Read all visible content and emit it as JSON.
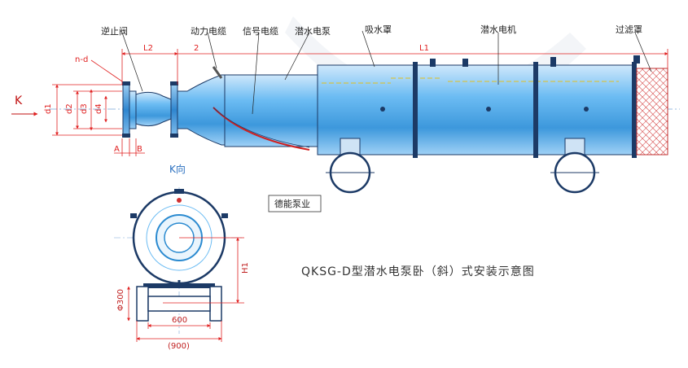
{
  "labels": {
    "check_valve": "逆止阀",
    "power_cable": "动力电缆",
    "signal_cable": "信号电缆",
    "submersible_pump": "潜水电泵",
    "suction_cover": "吸水罩",
    "submersible_motor": "潜水电机",
    "filter_cover": "过滤罩"
  },
  "dims": {
    "n_d": "n-d",
    "L2": "L2",
    "two": "2",
    "L1": "L1",
    "d1": "d1",
    "d2": "d2",
    "d3": "d3",
    "d4": "d4",
    "A": "A",
    "B": "B",
    "K": "K",
    "H1": "H1",
    "phi300": "Φ300",
    "w600": "600",
    "w900": "(900)"
  },
  "k_view": "K向",
  "stamp": "德能泵业",
  "title": "QKSG-D型潜水电泵卧（斜）式安装示意图",
  "colors": {
    "body_blue": "#4fa9e8",
    "outline": "#1c3a66",
    "dim_red": "#e02020",
    "centerline": "#7aa7d8"
  }
}
